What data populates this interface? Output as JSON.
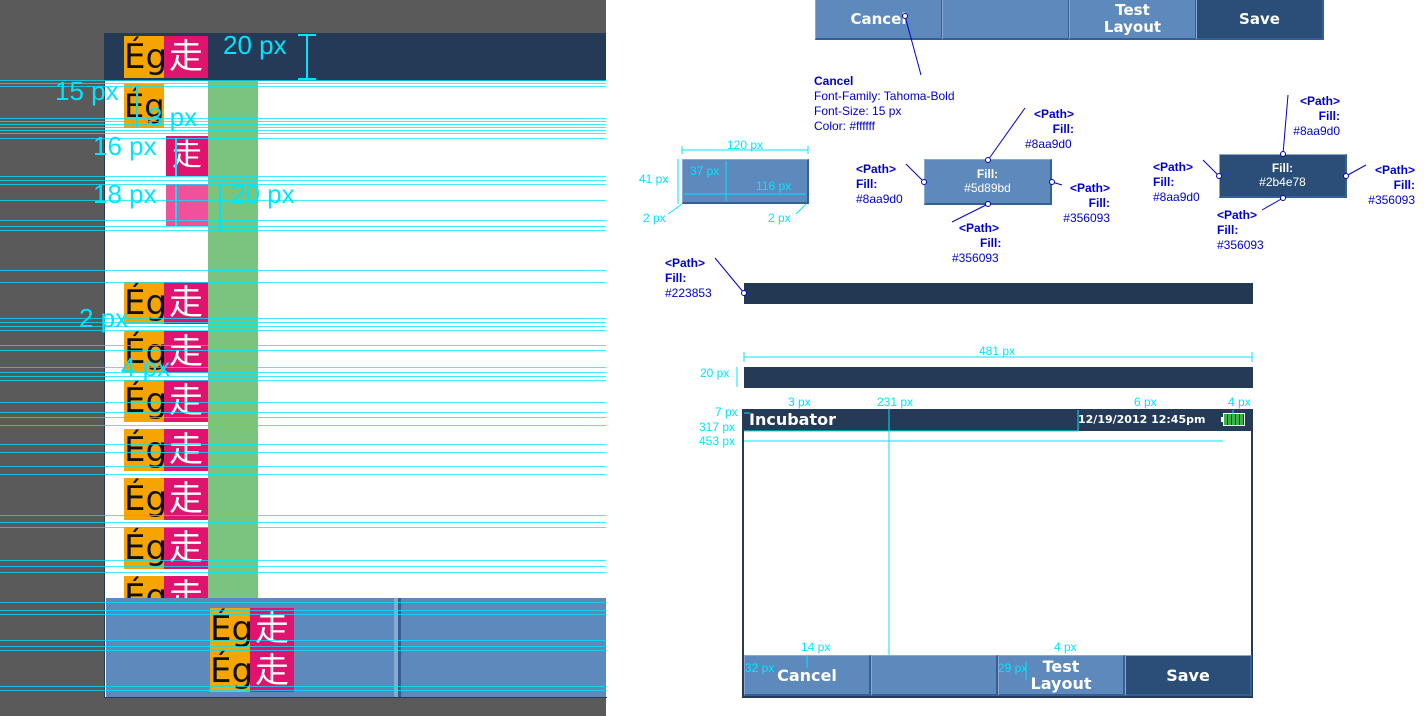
{
  "left": {
    "labels": {
      "top_height": "20 px",
      "row1": "15 px",
      "gap1": "3 px",
      "row2": "16 px",
      "row3": "18 px",
      "green_height": "20 px",
      "gap2": "2 px",
      "gap3": "4 px"
    },
    "glyph_eg": "Ég",
    "glyph_zou": "走"
  },
  "top_buttons": {
    "cancel": "Cancel",
    "empty": "",
    "test_layout": "Test Layout",
    "save": "Save"
  },
  "cancel_spec": {
    "title": "Cancel",
    "font_family": "Font-Family: Tahoma-Bold",
    "font_size": "Font-Size: 15 px",
    "color": "Color: #ffffff"
  },
  "swatch_dims": {
    "width": "120 px",
    "height": "41 px",
    "inner_height": "37 px",
    "inner_width": "116 px",
    "border_left": "2 px",
    "border_right": "2 px"
  },
  "std_button_spec": {
    "center_fill_label": "Fill:",
    "center_fill": "#5d89bd",
    "top": {
      "path": "<Path>",
      "fill_label": "Fill:",
      "fill": "#8aa9d0"
    },
    "left": {
      "path": "<Path>",
      "fill_label": "Fill:",
      "fill": "#8aa9d0"
    },
    "right": {
      "path": "<Path>",
      "fill_label": "Fill:",
      "fill": "#356093"
    },
    "bottom": {
      "path": "<Path>",
      "fill_label": "Fill:",
      "fill": "#356093"
    }
  },
  "save_button_spec": {
    "center_fill_label": "Fill:",
    "center_fill": "#2b4e78",
    "top": {
      "path": "<Path>",
      "fill_label": "Fill:",
      "fill": "#8aa9d0"
    },
    "left": {
      "path": "<Path>",
      "fill_label": "Fill:",
      "fill": "#8aa9d0"
    },
    "right": {
      "path": "<Path>",
      "fill_label": "Fill:",
      "fill": "#356093"
    },
    "bottom": {
      "path": "<Path>",
      "fill_label": "Fill:",
      "fill": "#356093"
    }
  },
  "bar_spec": {
    "path": "<Path>",
    "fill_label": "Fill:",
    "fill": "#223853"
  },
  "bar_dims": {
    "width": "481 px",
    "height": "20 px"
  },
  "screen": {
    "title": "Incubator",
    "datetime": "12/19/2012 12:45pm",
    "dims": {
      "title_offset": "3 px",
      "center_x": "231 px",
      "right_gap": "6 px",
      "battery_gap": "4 px",
      "top_pad": "7 px",
      "date_x": "317 px",
      "battery_x": "453 px",
      "btn_text_top": "14 px",
      "btn_text_gap": "4 px",
      "cancel_pad": "32 px",
      "test_pad": "29 px"
    },
    "buttons": {
      "cancel": "Cancel",
      "empty": "",
      "test_layout": "Test Layout",
      "save": "Save"
    }
  },
  "colors": {
    "header": "#243a57",
    "button": "#5d89bd",
    "highlight": "#8aa9d0",
    "shadow": "#356093",
    "save": "#2b4e78",
    "bar": "#223853",
    "guide": "#00e5ff",
    "annotation": "#0000cc"
  }
}
